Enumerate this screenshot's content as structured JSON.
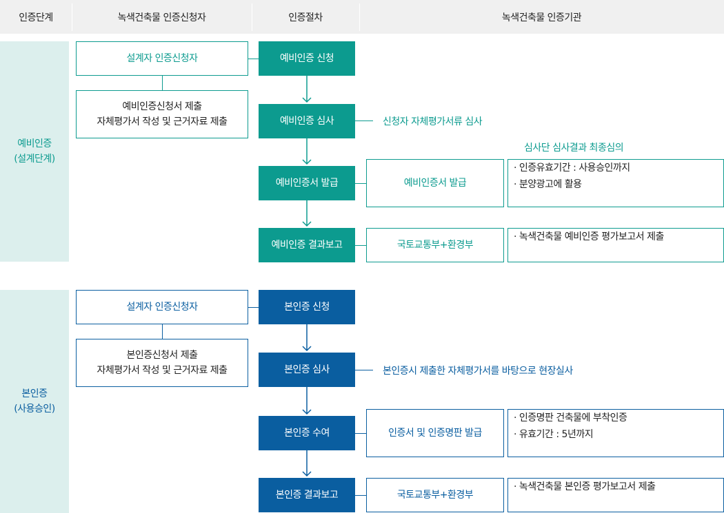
{
  "header": [
    "인증단계",
    "녹색건축물 인증신청자",
    "인증절차",
    "녹색건축물 인증기관"
  ],
  "pre": {
    "stage": [
      "예비인증",
      "(설계단계)"
    ],
    "applicant": "설계자 인증신청자",
    "submit": [
      "예비인증신청서 제출",
      "자체평가서 작성 및 근거자료 제출"
    ],
    "steps": [
      "예비인증 신청",
      "예비인증 심사",
      "예비인증서 발급",
      "예비인증 결과보고"
    ],
    "review_note": "신청자 자체평가서류 심사",
    "committee_note": "심사단 심사결과 최종심의",
    "issue": "예비인증서 발급",
    "issue_items": [
      "인증유효기간 : 사용승인까지",
      "분양광고에 활용"
    ],
    "report": "국토교통부+환경부",
    "report_items": [
      "녹색건축물 예비인증 평가보고서 제출"
    ]
  },
  "main": {
    "stage": [
      "본인증",
      "(사용승인)"
    ],
    "applicant": "설계자 인증신청자",
    "submit": [
      "본인증신청서 제출",
      "자체평가서 작성 및 근거자료 제출"
    ],
    "steps": [
      "본인증 신청",
      "본인증 심사",
      "본인증 수여",
      "본인증 결과보고"
    ],
    "review_note": "본인증시 제출한 자체평가서를 바탕으로 현장실사",
    "issue": "인증서 및 인증명판 발급",
    "issue_items": [
      "인증명판 건축물에 부착인증",
      "유효기간 : 5년까지"
    ],
    "report": "국토교통부+환경부",
    "report_items": [
      "녹색건축물 본인증 평가보고서 제출"
    ]
  },
  "colors": {
    "teal": "#0c9b8f",
    "blue": "#0a5ea0",
    "stage_bg": "#dcefed",
    "header_bg": "#f0f0f0"
  }
}
